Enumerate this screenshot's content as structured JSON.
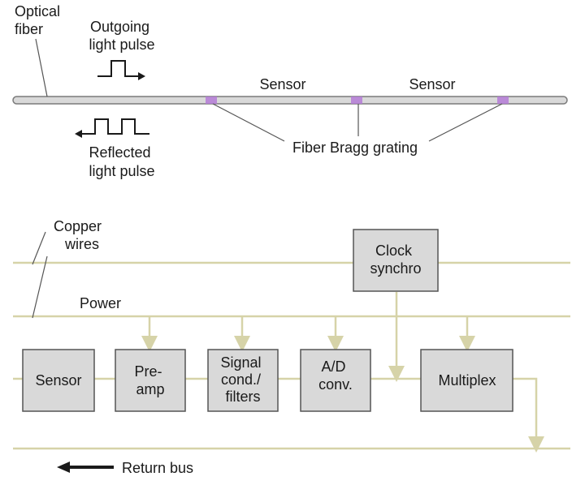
{
  "colors": {
    "background": "#ffffff",
    "fiber_fill": "#d9d9d9",
    "fiber_stroke": "#7a7a7a",
    "grating": "#b47bd6",
    "wire": "#d6d3a8",
    "box_fill": "#d9d9d9",
    "box_stroke": "#555555",
    "text": "#1a1a1a"
  },
  "fiber_section": {
    "optical_fiber_label": [
      "Optical",
      "fiber"
    ],
    "outgoing_label": [
      "Outgoing",
      "light pulse"
    ],
    "reflected_label": [
      "Reflected",
      "light pulse"
    ],
    "sensor_labels": [
      "Sensor",
      "Sensor"
    ],
    "grating_label": "Fiber Bragg grating",
    "pulse_icons": [
      "outgoing-pulse-icon",
      "reflected-pulse-icon"
    ]
  },
  "electrical_section": {
    "copper_wires_label": [
      "Copper",
      "wires"
    ],
    "power_label": "Power",
    "return_bus_label": "Return bus",
    "boxes": [
      {
        "id": "sensor",
        "lines": [
          "Sensor"
        ]
      },
      {
        "id": "pre-amp",
        "lines": [
          "Pre-",
          "amp"
        ]
      },
      {
        "id": "signal-cond",
        "lines": [
          "Signal",
          "cond./",
          "filters"
        ]
      },
      {
        "id": "ad-conv",
        "lines": [
          "A/D",
          "conv."
        ]
      },
      {
        "id": "multiplex",
        "lines": [
          "Multiplex"
        ]
      },
      {
        "id": "clock-synchro",
        "lines": [
          "Clock",
          "synchro"
        ]
      }
    ]
  }
}
